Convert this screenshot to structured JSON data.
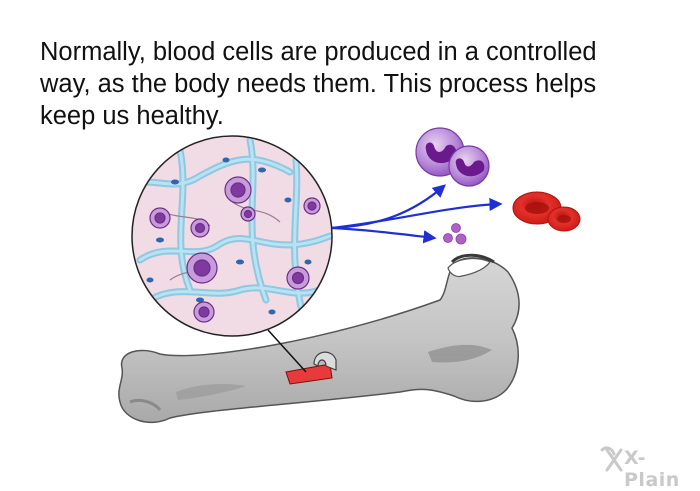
{
  "caption": {
    "lines": [
      "Normally, blood cells are produced in a controlled",
      "way, as the body needs them. This process helps",
      "keep us healthy."
    ]
  },
  "brand": {
    "text": "X-Plain"
  },
  "colors": {
    "bone": "#c8c8c8",
    "bone_dark": "#8f8f8f",
    "marrow": "#f3dde6",
    "marrow_cell": "#9b4fb4",
    "fluid": "#9ed6ea",
    "arrow": "#1f2fd6",
    "white_cell": "#a86ad1",
    "red_cell": "#e0221c",
    "platelet": "#b062c4"
  },
  "icons": [
    "bone",
    "marrow-magnifier",
    "white-blood-cell",
    "red-blood-cell",
    "platelet",
    "arrow",
    "xplain-logo"
  ]
}
